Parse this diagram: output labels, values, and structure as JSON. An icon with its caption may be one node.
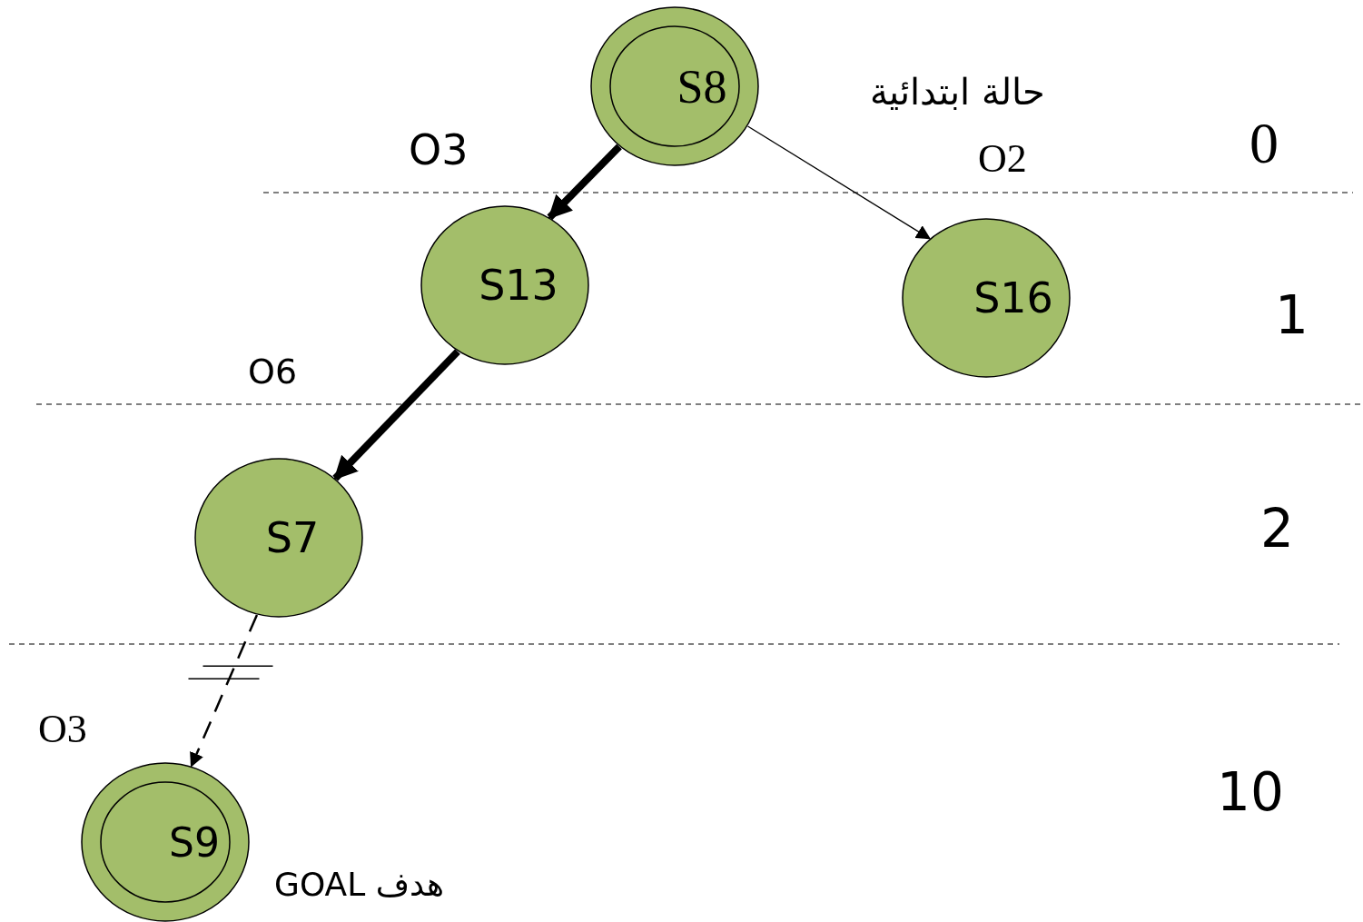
{
  "diagram": {
    "nodes": [
      {
        "text": [
          "S8"
        ],
        "beside": [
          "حالة  ابتدائية"
        ]
      },
      {
        "text": [
          "S13"
        ]
      },
      {
        "text": [
          "S16"
        ]
      },
      {
        "text": [
          "S7"
        ]
      },
      {
        "text": [
          "S9"
        ],
        "beside": [
          "GOAL  هدف"
        ]
      }
    ],
    "edges": [
      {
        "from": 0,
        "to": 1,
        "arrow": "to",
        "label": "O3",
        "style": "thick"
      },
      {
        "from": 0,
        "to": 2,
        "arrow": "to",
        "label": "O2"
      },
      {
        "from": 1,
        "to": 3,
        "arrow": "to",
        "label": "O6",
        "style": "thick"
      },
      {
        "from": 3,
        "to": 4,
        "arrow": "to",
        "label": "O3",
        "style": "dashed"
      }
    ],
    "labels": [
      "0",
      "1",
      "2",
      "10"
    ]
  }
}
